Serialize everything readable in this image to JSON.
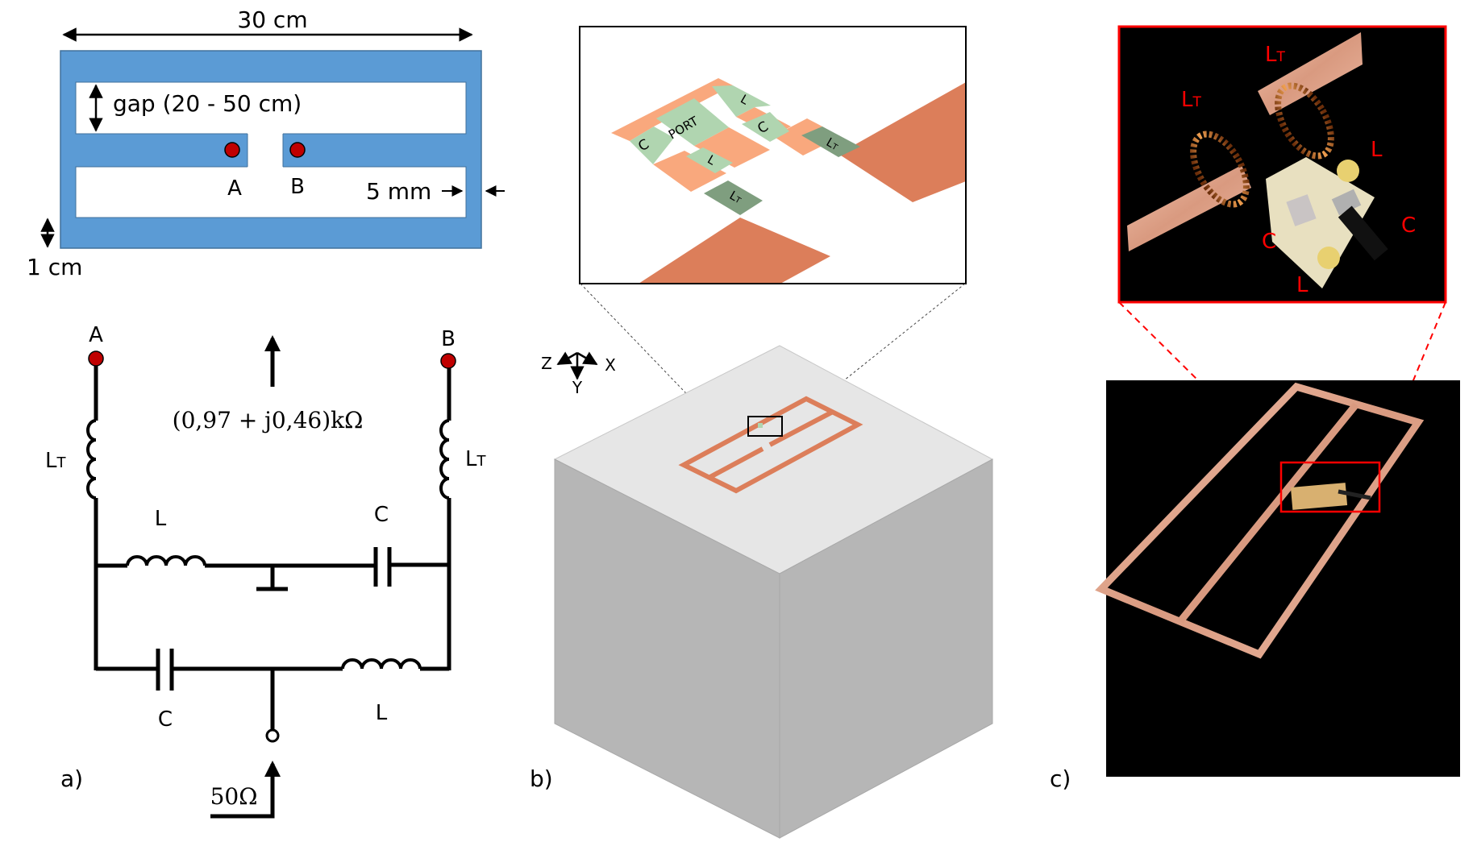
{
  "figure": {
    "panels": [
      {
        "id": "a",
        "label": "a)"
      },
      {
        "id": "b",
        "label": "b)"
      },
      {
        "id": "c",
        "label": "c)"
      }
    ]
  },
  "geometry_sketch": {
    "width_label": "30 cm",
    "gap_label": "gap (20 - 50 cm)",
    "strip_width_label": "5 mm",
    "strip_arrow": "→",
    "right_arrow": "←",
    "border_label": "1 cm",
    "port_a": "A",
    "port_b": "B",
    "colors": {
      "antenna": "#5b9bd5",
      "antenna_edge": "#41719c",
      "port_dot": "#c00000"
    }
  },
  "circuit": {
    "node_a": "A",
    "node_b": "B",
    "impedance_top": "(0,97 + j0,46)kΩ",
    "impedance_feed": "50Ω",
    "lt_left": {
      "main": "L",
      "sub": "T"
    },
    "lt_right": {
      "main": "L",
      "sub": "T"
    },
    "upper_inductor": "L",
    "upper_capacitor": "C",
    "lower_capacitor": "C",
    "lower_inductor": "L"
  },
  "simulation": {
    "axes": {
      "z": "Z",
      "x": "X",
      "y": "Y"
    },
    "inset": {
      "port": "PORT",
      "c_left": "C",
      "c_right": "C",
      "l_top": "L",
      "l_bottom": "L",
      "lt_left": "L",
      "lt_left_sub": "T",
      "lt_right": "L",
      "lt_right_sub": "T"
    },
    "colors": {
      "pad": "#f9a87d",
      "component": "#b0d5b0",
      "tuning": "#7f9e7f",
      "strip": "#dc7e5a",
      "cube_top": "#e6e6e6",
      "cube_side": "#b6b6b6"
    }
  },
  "photo": {
    "labels": {
      "lt1": {
        "main": "L",
        "sub": "T"
      },
      "lt2": {
        "main": "L",
        "sub": "T"
      },
      "l_top": "L",
      "c_right": "C",
      "c_left": "C",
      "l_bottom": "L"
    },
    "colors": {
      "highlight": "#ff0000",
      "copper": "#e3ab95",
      "background": "#000000"
    }
  }
}
